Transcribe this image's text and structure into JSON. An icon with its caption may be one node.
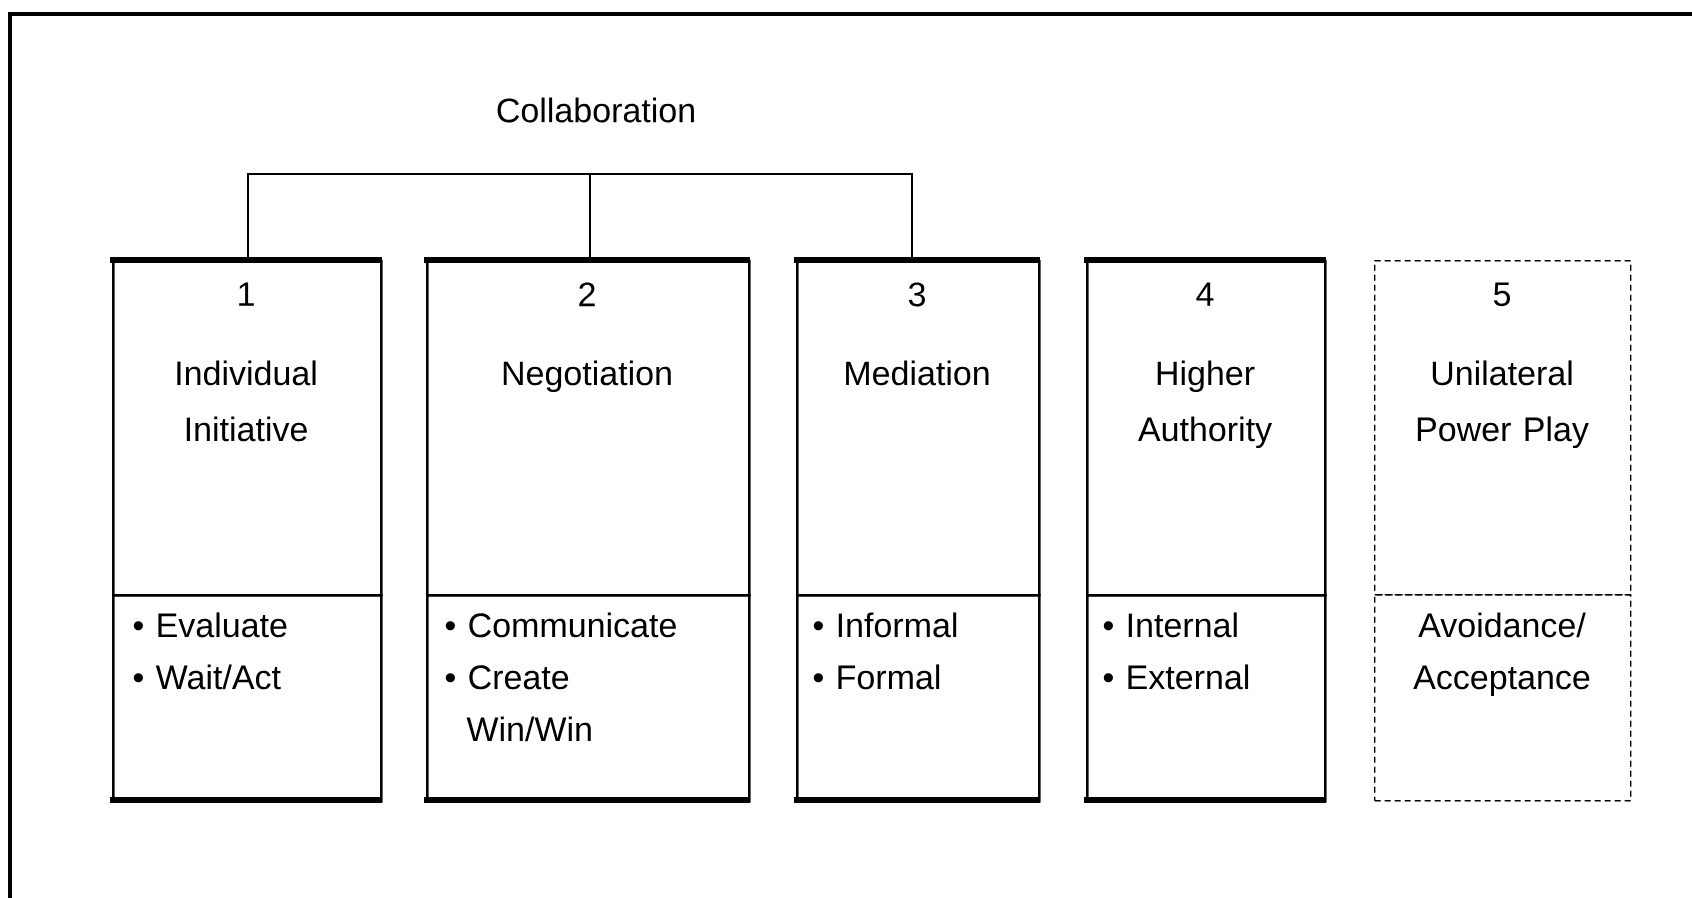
{
  "diagram": {
    "nodes": [
      {
        "text": [
          "1",
          "Individual Initiative"
        ]
      },
      {
        "text": [
          "• Evaluate",
          "• Wait/Act"
        ]
      },
      {
        "text": [
          "2",
          "Negotiation"
        ]
      },
      {
        "text": [
          "• Communicate",
          "• Create Win/Win"
        ]
      },
      {
        "text": [
          "3",
          "Mediation"
        ]
      },
      {
        "text": [
          "• Informal",
          "• Formal"
        ]
      },
      {
        "text": [
          "4",
          "Higher Authority"
        ]
      },
      {
        "text": [
          "• Internal",
          "• External"
        ]
      },
      {
        "text": [
          "5",
          "Unilateral Power Play"
        ]
      },
      {
        "text": [
          "Avoidance/ Acceptance"
        ]
      }
    ],
    "labels": [
      "Collaboration"
    ]
  }
}
